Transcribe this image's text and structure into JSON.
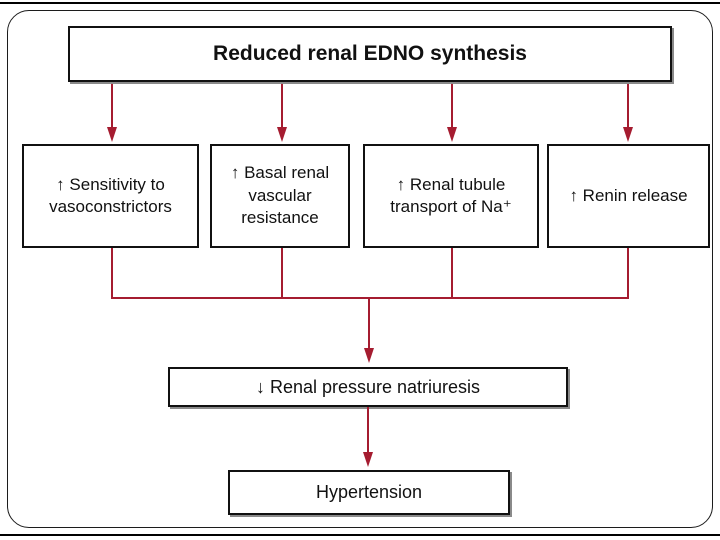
{
  "colors": {
    "arrow": "#a51c30",
    "box_border": "#111111",
    "background": "#ffffff",
    "text": "#111111"
  },
  "flowchart": {
    "root": {
      "label": "Reduced renal EDNO synthesis"
    },
    "causes": [
      {
        "label": "↑ Sensitivity to vasoconstrictors"
      },
      {
        "label": "↑ Basal renal vascular resistance"
      },
      {
        "label": "↑ Renal tubule transport of Na⁺"
      },
      {
        "label": "↑ Renin release"
      }
    ],
    "intermediate": {
      "label": "↓ Renal pressure natriuresis"
    },
    "outcome": {
      "label": "Hypertension"
    }
  }
}
